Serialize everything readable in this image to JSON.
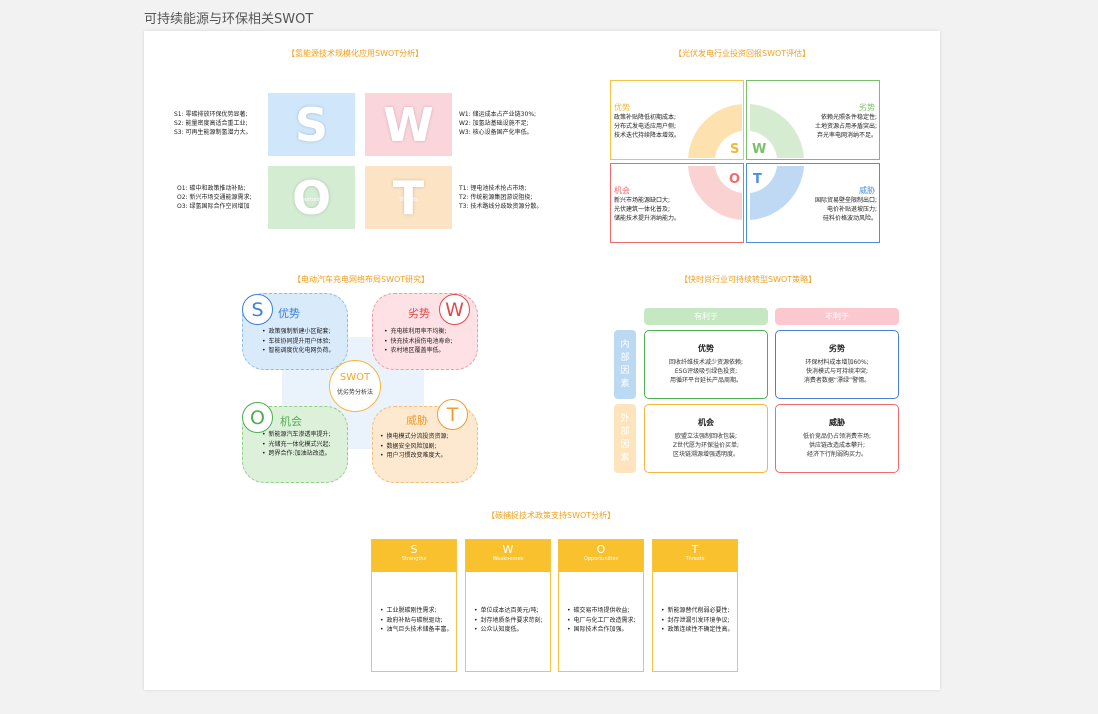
{
  "page_title": "可持续能源与环保相关SWOT",
  "s1": {
    "title": "【氢能源技术规模化应用SWOT分析】",
    "tiles": [
      {
        "letter": "S",
        "sub": "",
        "color": "#cfe6fb"
      },
      {
        "letter": "W",
        "sub": "",
        "color": "#fbd5dc"
      },
      {
        "letter": "O",
        "sub": "Opportunities",
        "color": "#d3ecd2"
      },
      {
        "letter": "T",
        "sub": "Threats",
        "color": "#fbe3c4"
      }
    ],
    "strengths": [
      "S1: 零碳排放环保优势显著;",
      "S2: 能量密度高适合重工业;",
      "S3: 可再生能源制氢潜力大。"
    ],
    "weaknesses": [
      "W1: 储运成本占产业链30%;",
      "W2: 加氢站基础设施不足;",
      "W3: 核心设备国产化率低。"
    ],
    "opportunities": [
      "O1: 碳中和政策推动补贴;",
      "O2: 新兴市场交通能源需求;",
      "O3: 绿氢国际合作空间增加"
    ],
    "threats": [
      "T1: 锂电池技术抢占市场;",
      "T2: 传统能源集团游说阻挠;",
      "T3: 技术路线分歧致资源分散。"
    ]
  },
  "s2": {
    "title": "【光伏发电行业投资回报SWOT评估】",
    "s": {
      "label": "优势",
      "lines": [
        "政策补贴降低初期成本;",
        "分布式发电适应用户侧;",
        "技术迭代持续降本增效。"
      ],
      "letter": "S",
      "color": "#f5b63c"
    },
    "w": {
      "label": "劣势",
      "lines": [
        "依赖光照条件稳定性;",
        "土地资源占用矛盾突出;",
        "弃光率电网消纳不足。"
      ],
      "letter": "W",
      "color": "#7bbf6a"
    },
    "o": {
      "label": "机会",
      "lines": [
        "新兴市场能源缺口大;",
        "光伏建筑一体化普及;",
        "储能技术提升消纳能力。"
      ],
      "letter": "O",
      "color": "#ef6b6b"
    },
    "t": {
      "label": "威胁",
      "lines": [
        "国际贸易壁垒限制出口;",
        "电价补贴退坡压力;",
        "硅料价格波动风险。"
      ],
      "letter": "T",
      "color": "#4a90e2"
    }
  },
  "s3": {
    "title": "【电动汽车充电网络布局SWOT研究】",
    "center": {
      "title": "SWOT",
      "sub": "优劣势分析法"
    },
    "s": {
      "letter": "S",
      "label": "优势",
      "items": [
        "政策强制新建小区配套;",
        "车桩协同提升用户体验;",
        "智能调度优化电网负荷。"
      ]
    },
    "w": {
      "label": "劣势",
      "letter": "W",
      "items": [
        "充电桩利用率不均衡;",
        "快充技术损伤电池寿命;",
        "农村地区覆盖率低。"
      ]
    },
    "o": {
      "letter": "O",
      "label": "机会",
      "items": [
        "新能源汽车渗透率提升;",
        "光储充一体化模式兴起;",
        "跨界合作:加油站改造。"
      ]
    },
    "t": {
      "label": "威胁",
      "letter": "T",
      "items": [
        "换电模式分流投资资源;",
        "数据安全风险加剧;",
        "用户习惯改变难度大。"
      ]
    }
  },
  "s4": {
    "title": "【快时尚行业可持续转型SWOT策略】",
    "col_pos": "有利于",
    "col_neg": "不利于",
    "row_int": "内部因素",
    "row_ext": "外部因素",
    "s": {
      "title": "优势",
      "lines": [
        "回收纤维技术减少资源依赖;",
        "ESG评级吸引绿色投资;",
        "用循环平台延长产品周期。"
      ]
    },
    "w": {
      "title": "劣势",
      "lines": [
        "环保材料成本增加60%;",
        "快消模式与可持续冲突;",
        "消费者数据“漂绿”警惕。"
      ]
    },
    "o": {
      "title": "机会",
      "lines": [
        "欧盟立法强制回收包装;",
        "Z世代愿为环保溢价买单;",
        "区块链溯源增强透明度。"
      ]
    },
    "t": {
      "title": "威胁",
      "lines": [
        "低价竞品仍占领消费市场;",
        "供应链改造成本攀升;",
        "经济下行削弱购买力。"
      ]
    }
  },
  "s5": {
    "title": "【碳捕捉技术政策支持SWOT分析】",
    "cols": [
      {
        "letter": "S",
        "name": "Strengths",
        "items": [
          "工业脱碳刚性需求;",
          "政府补贴与碳税驱动;",
          "油气巨头技术储备丰富。"
        ]
      },
      {
        "letter": "W",
        "name": "Weaknesses",
        "items": [
          "单位成本达百美元/吨;",
          "封存地质条件要求苛刻;",
          "公众认知度低。"
        ]
      },
      {
        "letter": "O",
        "name": "Opportunities",
        "items": [
          "碳交易市场提供收益;",
          "电厂与化工厂改造需求;",
          "国际技术合作加强。"
        ]
      },
      {
        "letter": "T",
        "name": "Threats",
        "items": [
          "新能源替代削弱必要性;",
          "封存泄漏引发环境争议;",
          "政策连续性不确定性高。"
        ]
      }
    ]
  }
}
